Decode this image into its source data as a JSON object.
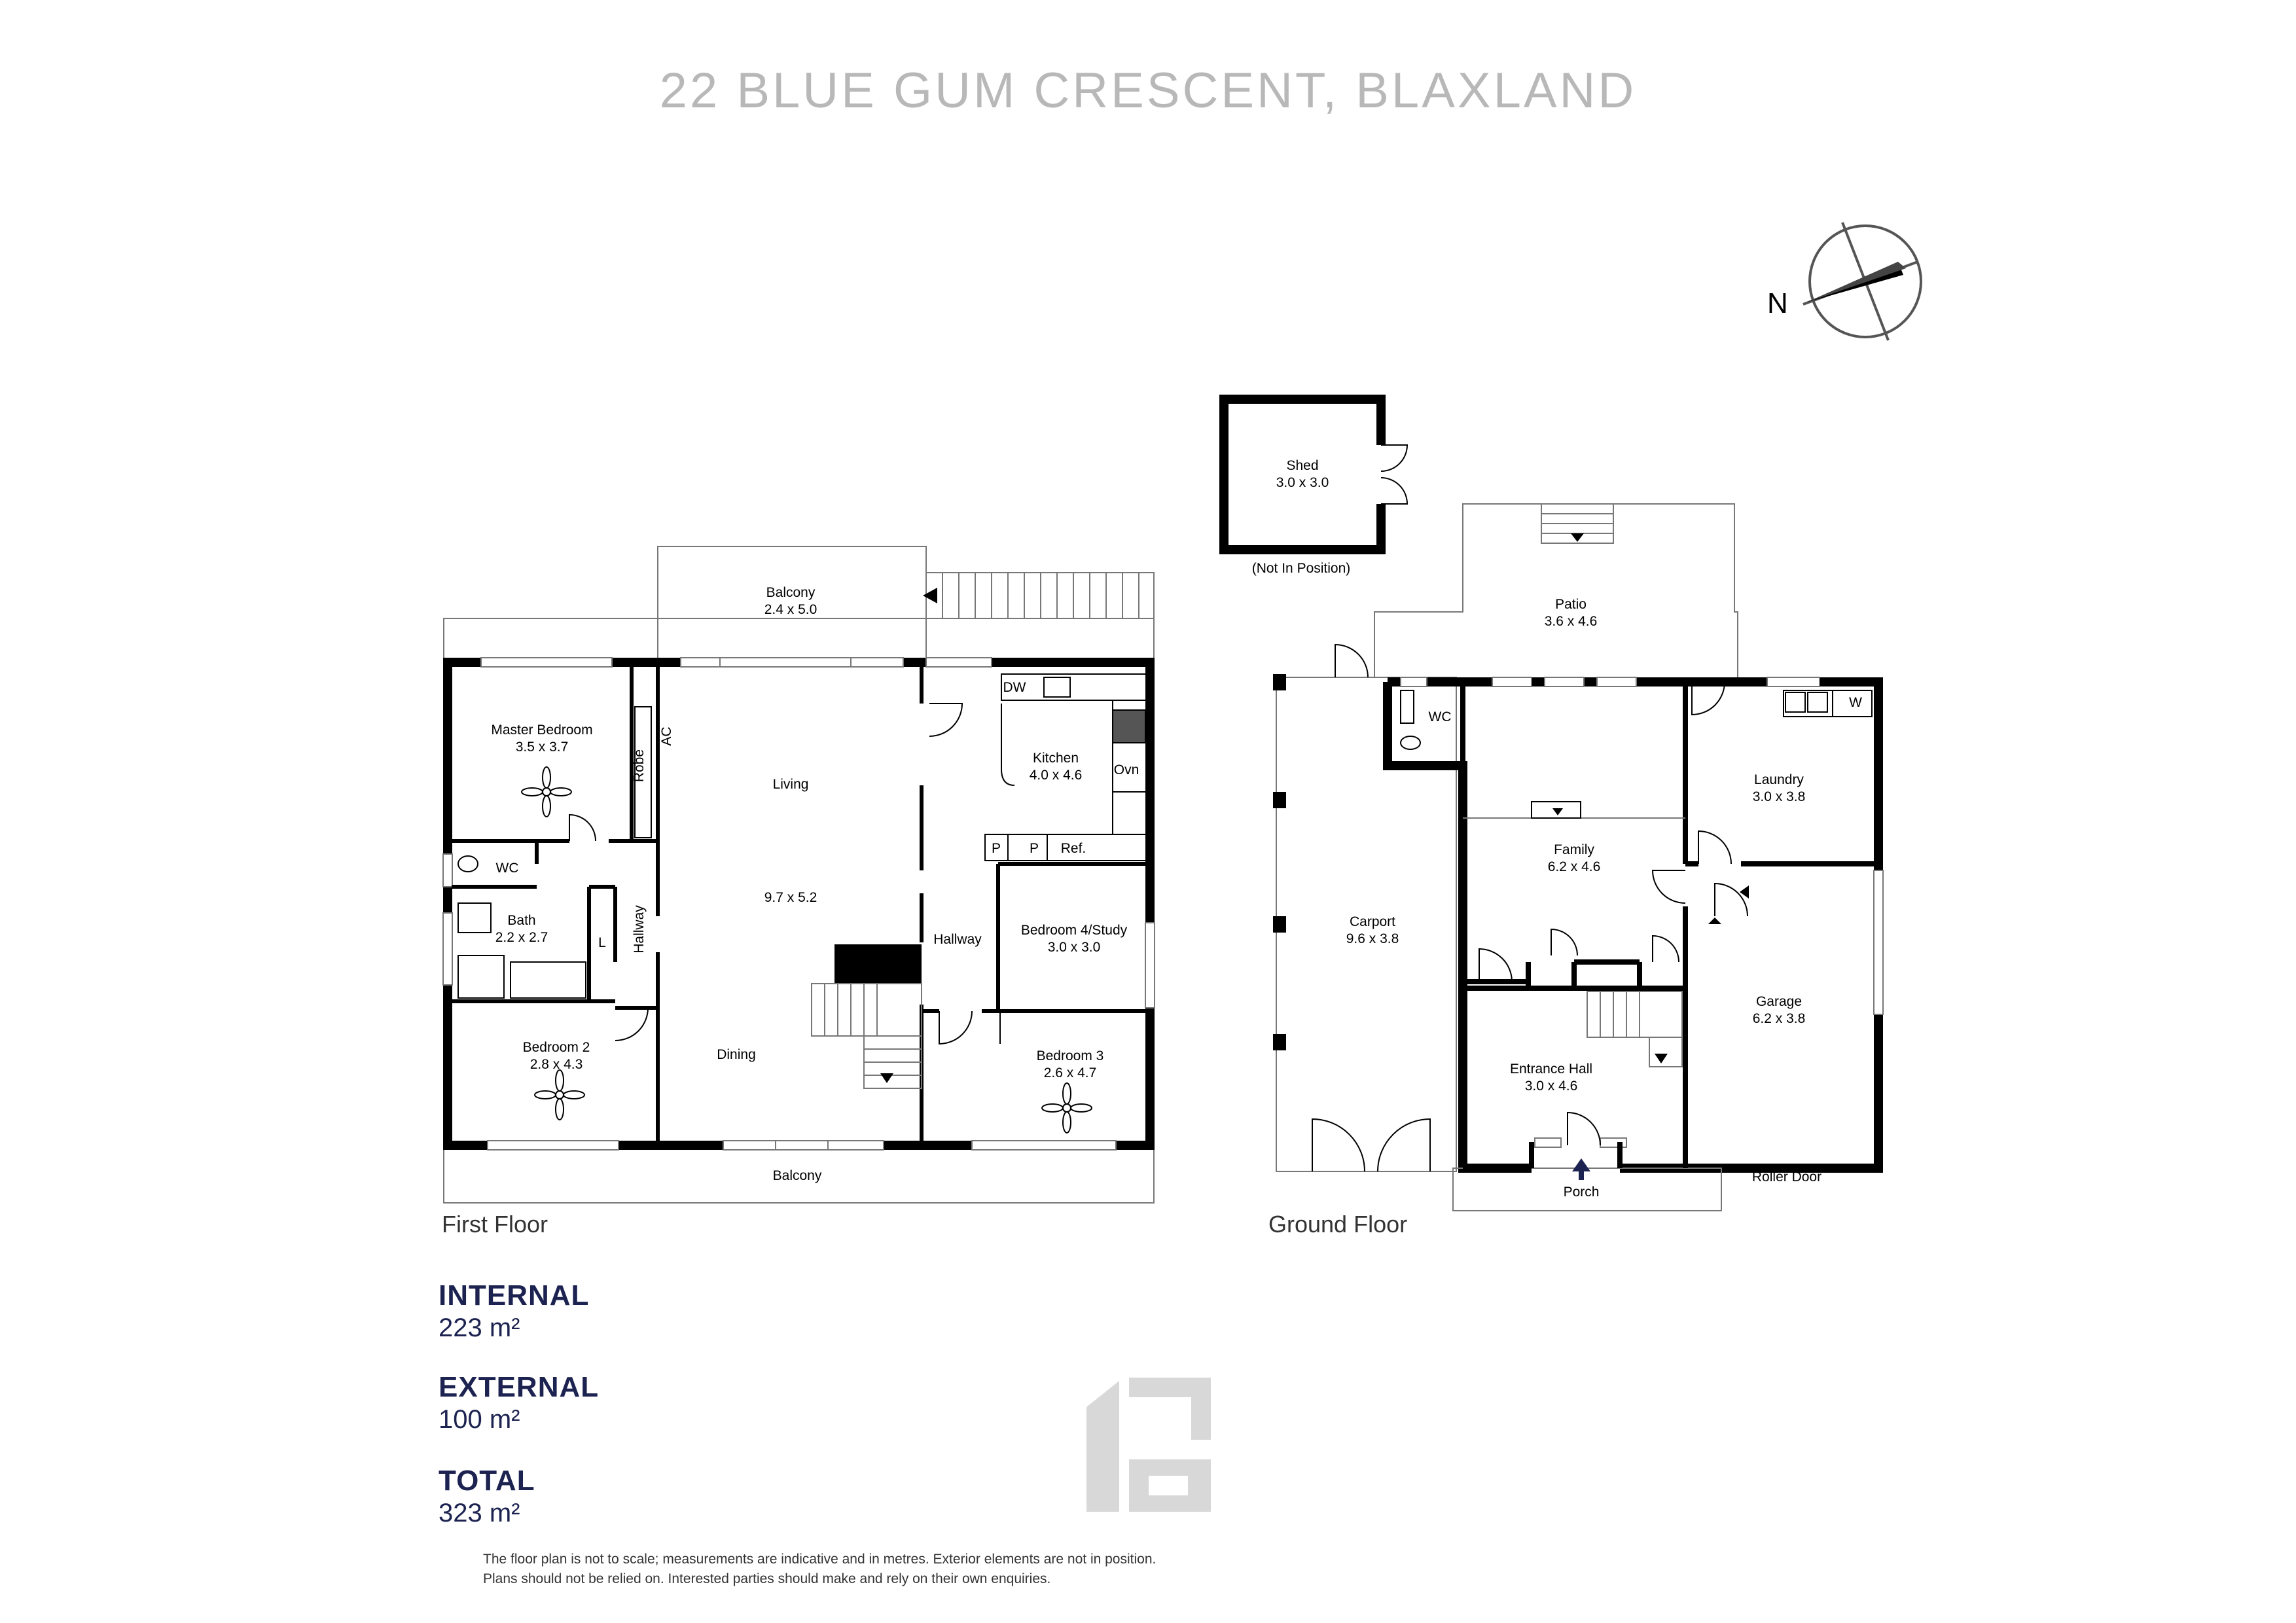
{
  "title": "22 BLUE GUM CRESCENT, BLAXLAND",
  "compass_label": "N",
  "first_floor": {
    "label": "First Floor",
    "balcony_top": {
      "name": "Balcony",
      "size": "2.4 x 5.0"
    },
    "balcony_bottom": {
      "name": "Balcony"
    },
    "master_bedroom": {
      "name": "Master Bedroom",
      "size": "3.5 x 3.7"
    },
    "robe": "Robe",
    "ac": "AC",
    "wc": "WC",
    "bath": {
      "name": "Bath",
      "size": "2.2 x 2.7"
    },
    "linen": "L",
    "hallway": "Hallway",
    "bedroom2": {
      "name": "Bedroom 2",
      "size": "2.8 x 4.3"
    },
    "living": {
      "name": "Living",
      "size": "9.7 x 5.2"
    },
    "dining": "Dining",
    "kitchen": {
      "name": "Kitchen",
      "size": "4.0 x 4.6"
    },
    "dw": "DW",
    "oven": "Ovn",
    "pantry1": "P",
    "pantry2": "P",
    "fridge": "Ref.",
    "hallway2": "Hallway",
    "bedroom4": {
      "name": "Bedroom 4/Study",
      "size": "3.0 x 3.0"
    },
    "bedroom3": {
      "name": "Bedroom 3",
      "size": "2.6 x 4.7"
    }
  },
  "ground_floor": {
    "label": "Ground Floor",
    "shed": {
      "name": "Shed",
      "size": "3.0 x 3.0",
      "note": "(Not In Position)"
    },
    "patio": {
      "name": "Patio",
      "size": "3.6 x 4.6"
    },
    "carport": {
      "name": "Carport",
      "size": "9.6 x 3.8"
    },
    "wc": "WC",
    "family": {
      "name": "Family",
      "size": "6.2 x 4.6"
    },
    "laundry": {
      "name": "Laundry",
      "size": "3.0 x 3.8"
    },
    "washer": "W",
    "garage": {
      "name": "Garage",
      "size": "6.2 x 3.8"
    },
    "entrance": {
      "name": "Entrance Hall",
      "size": "3.0 x 4.6"
    },
    "porch": "Porch",
    "roller_door": "Roller Door"
  },
  "areas": {
    "internal": {
      "label": "INTERNAL",
      "value": "223 m²"
    },
    "external": {
      "label": "EXTERNAL",
      "value": "100 m²"
    },
    "total": {
      "label": "TOTAL",
      "value": "323 m²"
    }
  },
  "disclaimer": {
    "line1": "The floor plan is not to scale; measurements are indicative and in metres. Exterior elements are not in position.",
    "line2": "Plans should not be relied on. Interested parties should make and rely on their own enquiries."
  },
  "colors": {
    "wall": "#000000",
    "title": "#b8b8b8",
    "area_text": "#1c2350",
    "logo": "#d8d8d8"
  }
}
